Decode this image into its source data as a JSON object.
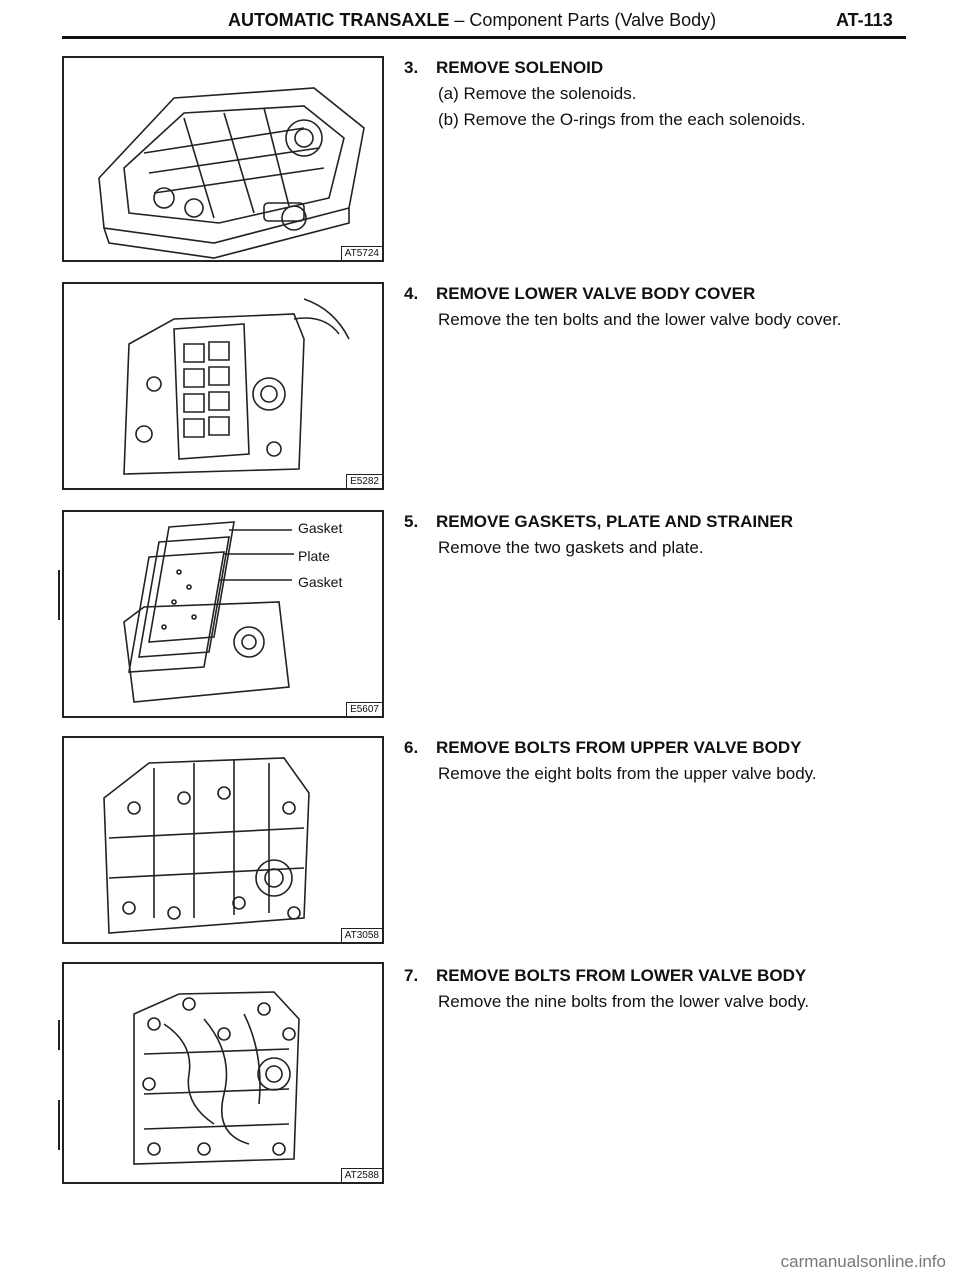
{
  "header": {
    "title_bold": "AUTOMATIC TRANSAXLE",
    "title_rest": " – Component Parts (Valve Body)",
    "page": "AT-113"
  },
  "figures": [
    {
      "code": "AT5724"
    },
    {
      "code": "E5282"
    },
    {
      "code": "E5607",
      "callouts": [
        "Gasket",
        "Plate",
        "Gasket"
      ]
    },
    {
      "code": "AT3058"
    },
    {
      "code": "AT2588"
    }
  ],
  "steps": [
    {
      "num": "3.",
      "title": "REMOVE SOLENOID",
      "lines": [
        "(a) Remove the solenoids.",
        "(b) Remove the O-rings from the each solenoids."
      ]
    },
    {
      "num": "4.",
      "title": "REMOVE LOWER VALVE BODY COVER",
      "lines": [
        "Remove the ten bolts and the lower valve body cover."
      ]
    },
    {
      "num": "5.",
      "title": "REMOVE GASKETS, PLATE AND STRAINER",
      "lines": [
        "Remove the two gaskets and plate."
      ]
    },
    {
      "num": "6.",
      "title": "REMOVE BOLTS FROM UPPER VALVE BODY",
      "lines": [
        "Remove the eight bolts from the upper valve body."
      ]
    },
    {
      "num": "7.",
      "title": "REMOVE BOLTS FROM LOWER VALVE BODY",
      "lines": [
        "Remove the nine bolts from the lower valve body."
      ]
    }
  ],
  "watermark": "carmanualsonline.info"
}
